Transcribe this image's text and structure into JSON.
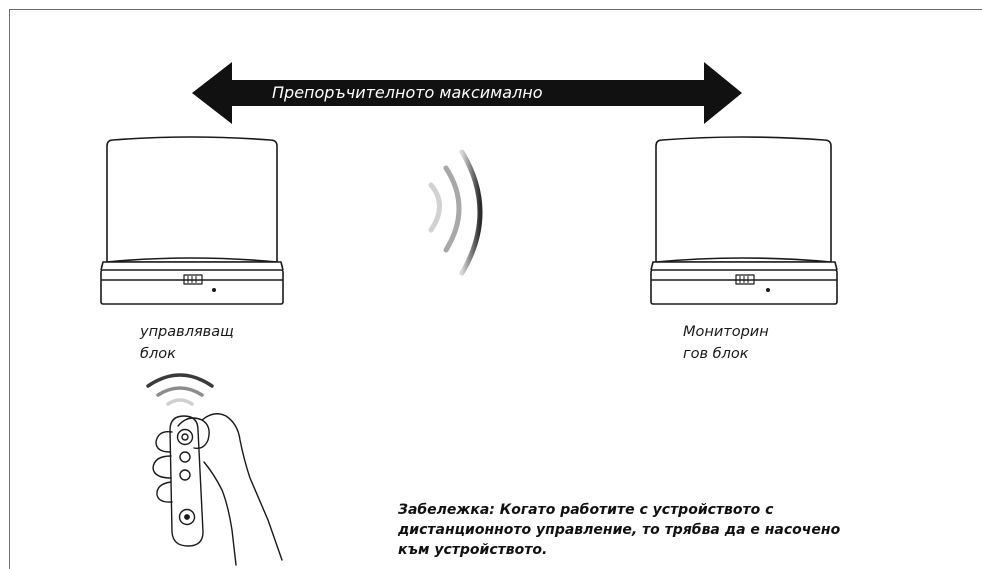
{
  "diagram": {
    "range_label": "Препоръчителното максимално",
    "control_unit_label": "управляващ блок",
    "monitoring_unit_label": "Мониторин гов блок",
    "note": "Забележка: Когато работите с устройството с дистанционното управление, то трябва да е насочено към устройството."
  },
  "colors": {
    "outline": "#1a1a1a",
    "arrow_fill": "#111111",
    "signal_dark": "#2b2b2b",
    "signal_light": "#c4c4c4",
    "frame": "#6d6d6d"
  },
  "icons": {
    "left_device": "wireless-device-icon",
    "right_device": "wireless-device-icon",
    "signal": "wireless-signal-icon",
    "remote": "remote-control-hand-icon"
  }
}
